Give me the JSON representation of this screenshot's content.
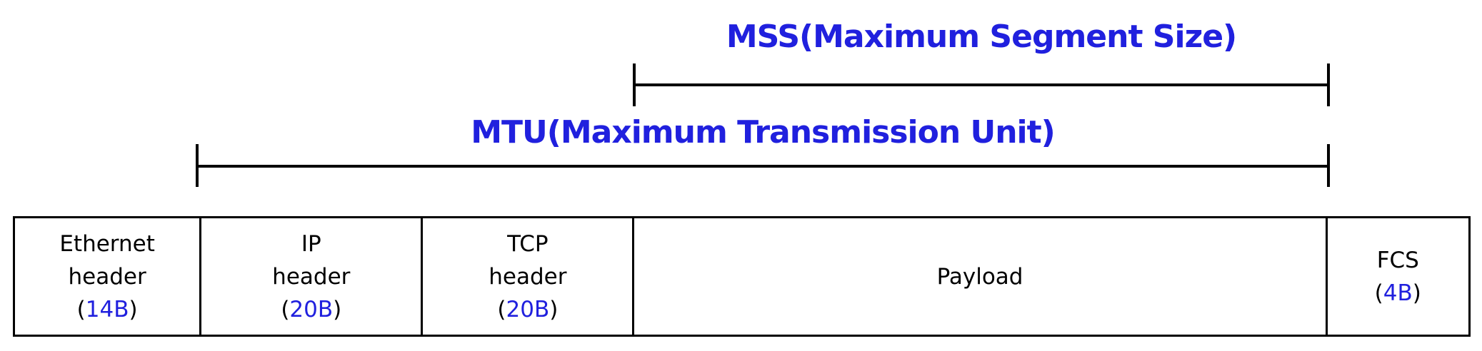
{
  "diagram": {
    "colors": {
      "accent_blue": "#2020de",
      "line_black": "#000000"
    },
    "punct": {
      "open": "(",
      "close": ")"
    },
    "mss": {
      "label": "MSS(Maximum Segment Size)"
    },
    "mtu": {
      "label": "MTU(Maximum Transmission Unit)"
    },
    "frame": {
      "cells": [
        {
          "title": "Ethernet",
          "sub": "header",
          "bytes": "14B"
        },
        {
          "title": "IP",
          "sub": "header",
          "bytes": "20B"
        },
        {
          "title": "TCP",
          "sub": "header",
          "bytes": "20B"
        },
        {
          "title": "Payload"
        },
        {
          "title": "FCS",
          "bytes": "4B"
        }
      ]
    }
  }
}
